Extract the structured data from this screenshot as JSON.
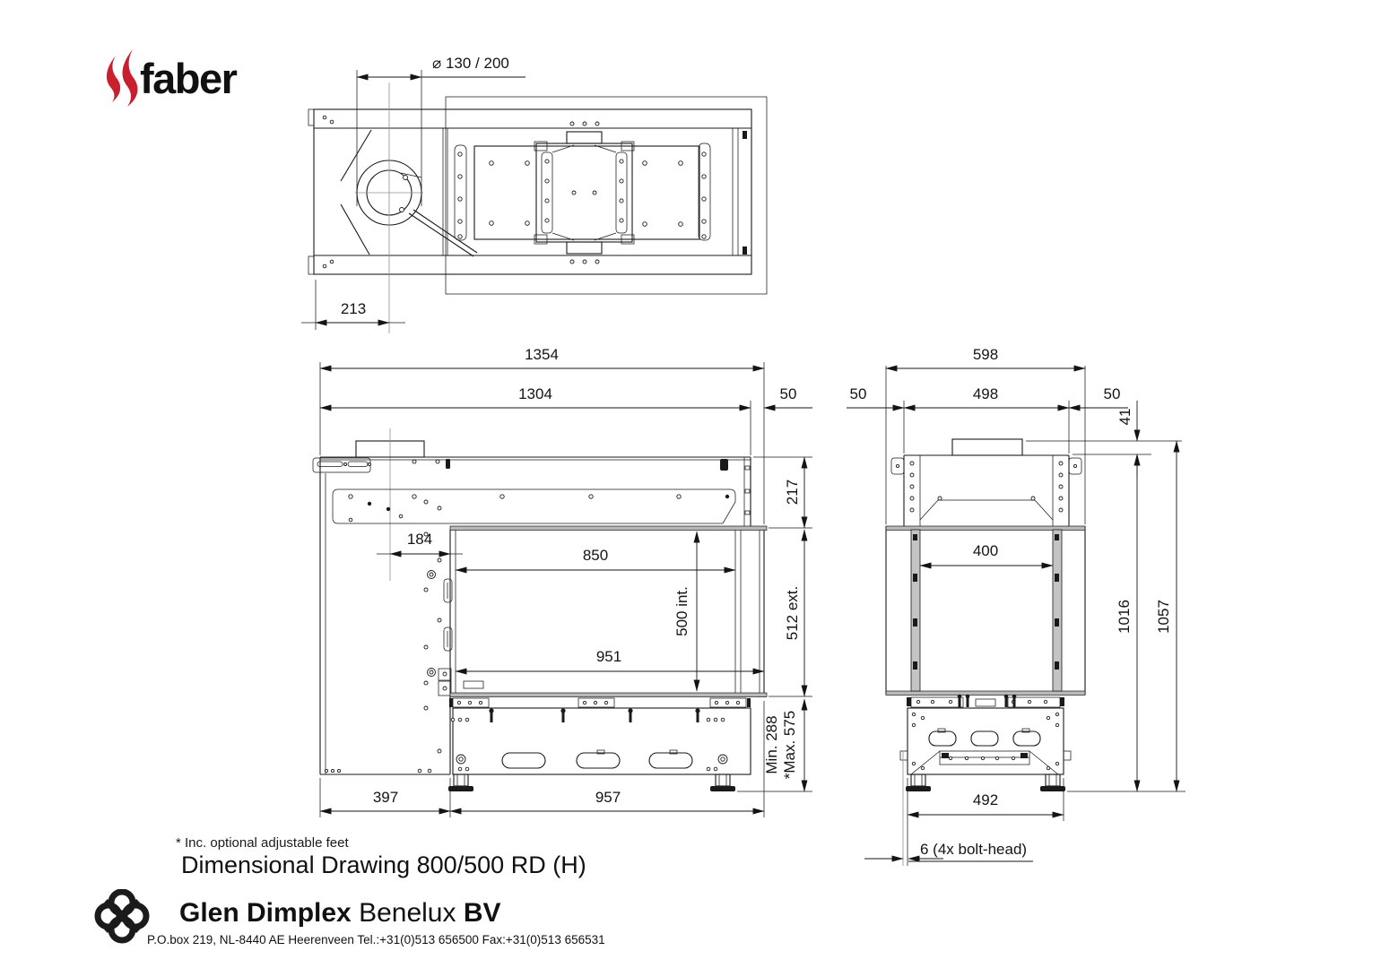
{
  "colors": {
    "flame_red": "#c8202f",
    "ink": "#1a1a1a",
    "centerline_gray": "#909090",
    "panel_gray": "#b9b9b9"
  },
  "brand": {
    "wordmark": "faber"
  },
  "top_view": {
    "flue_diameter_label": "⌀ 130 / 200",
    "flue_offset_label": "213"
  },
  "front_view": {
    "overall_width": "1354",
    "body_width": "1304",
    "overhang_right": "50",
    "top_section_height": "217",
    "flue_center_inset": "184",
    "opening_width": "850",
    "interior_height": "500 int.",
    "exterior_height": "512 ext.",
    "glass_width": "951",
    "base_min": "Min. 288",
    "base_max": "*Max. 575",
    "left_section_width": "397",
    "right_section_width": "957"
  },
  "side_view": {
    "overall_depth": "598",
    "overhang_front": "50",
    "body_depth": "498",
    "overhang_rear": "50",
    "collar_height": "41",
    "opening_depth": "400",
    "body_height": "1016",
    "overall_height": "1057",
    "base_depth": "492",
    "bolt_head_note": "6 (4x bolt-head)"
  },
  "notes": {
    "adjustable_feet": "* Inc. optional adjustable feet"
  },
  "title": "Dimensional Drawing 800/500 RD (H)",
  "footer": {
    "company_name_bold": "Glen Dimplex",
    "company_name_regular": "Benelux",
    "company_suffix_bold": "BV",
    "address": "P.O.box 219, NL-8440 AE Heerenveen Tel.:+31(0)513 656500  Fax:+31(0)513 656531"
  }
}
